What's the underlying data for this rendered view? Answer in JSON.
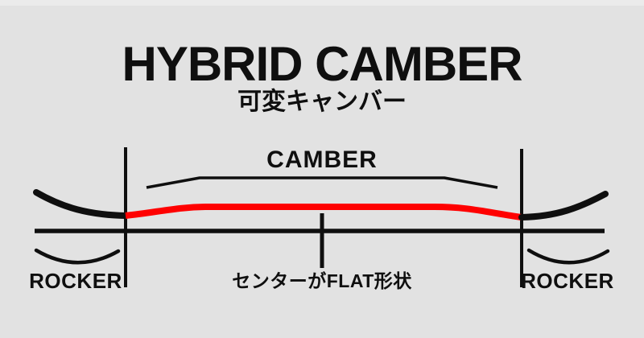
{
  "title": {
    "main": "HYBRID CAMBER",
    "subtitle": "可変キャンバー"
  },
  "diagram": {
    "camber_label": "CAMBER",
    "rocker_label_left": "ROCKER",
    "rocker_label_right": "ROCKER",
    "center_label": "センターがFLAT形状"
  },
  "colors": {
    "background": "#e2e2e2",
    "line_black": "#0f0f0f",
    "camber_highlight_red": "#ff0000"
  }
}
